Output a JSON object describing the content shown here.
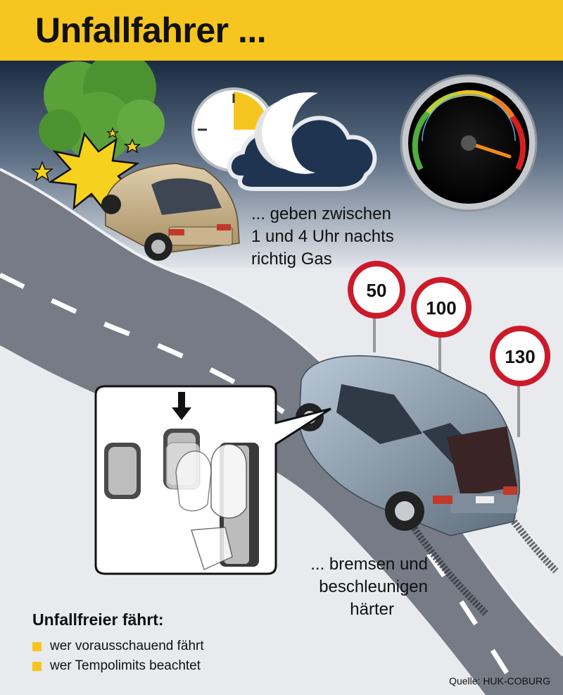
{
  "title": "Unfallfahrer ...",
  "gas_text": [
    "... geben zwischen",
    "1 und 4 Uhr nachts",
    "richtig Gas"
  ],
  "brake_text": [
    "... bremsen und",
    "beschleunigen",
    "härter"
  ],
  "speed_signs": [
    "50",
    "100",
    "130"
  ],
  "legend": {
    "title": "Unfallfreier fährt:",
    "items": [
      "wer vorausschauend fährt",
      "wer Tempolimits beachtet"
    ]
  },
  "source": "Quelle: HUK-COBURG",
  "colors": {
    "accent": "#f6c51f",
    "sky": "#1c2f45",
    "road": "#6f7480",
    "sign_red": "#cc1a2a"
  },
  "icons": [
    "clock-icon",
    "moon-icon",
    "cloud-icon",
    "speedometer-icon",
    "tree-icon",
    "crash-icon",
    "pedals-icon",
    "arrow-down-icon"
  ]
}
